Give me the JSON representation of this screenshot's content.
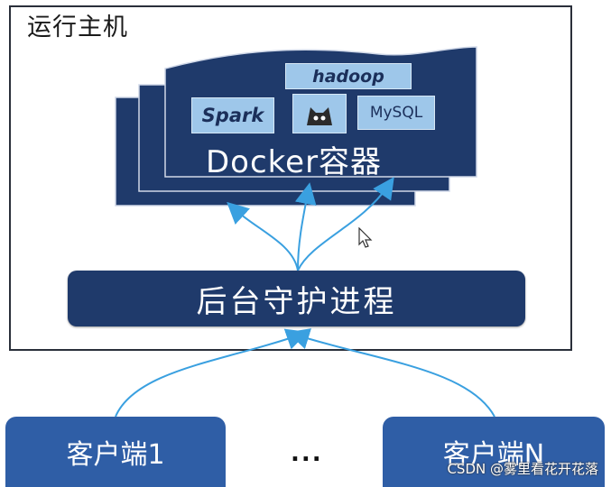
{
  "host": {
    "title": "运行主机"
  },
  "container": {
    "label": "Docker容器"
  },
  "logos": {
    "hadoop": "hadoop",
    "spark": "Spark",
    "mysql": "MySQL"
  },
  "icons": {
    "tomcat": "tomcat-logo-icon",
    "cursor": "mouse-pointer-icon"
  },
  "daemon": {
    "label": "后台守护进程"
  },
  "clients": {
    "first": "客户端1",
    "ellipsis": "...",
    "last": "客户端N"
  },
  "watermark": "CSDN @雾里看花开花落",
  "colors": {
    "container": "#1f3a6b",
    "client": "#2f5ea6",
    "arrow": "#3aa0e0"
  }
}
